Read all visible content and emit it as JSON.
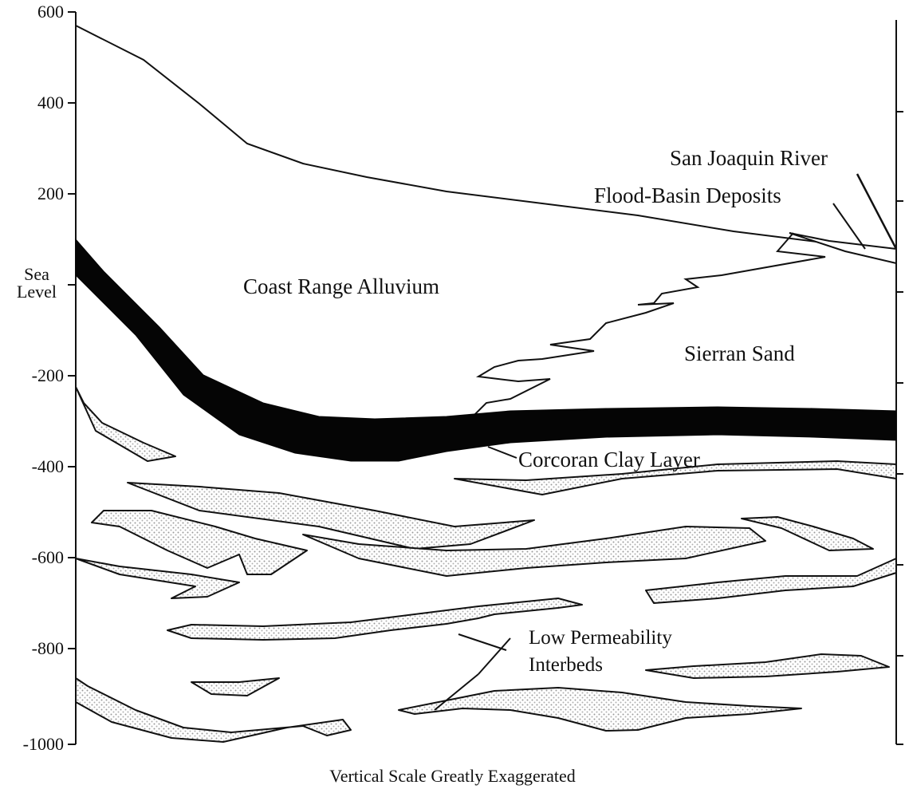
{
  "y_axis": {
    "ticks": [
      "600",
      "400",
      "200",
      "-200",
      "-400",
      "-600",
      "-800",
      "-1000"
    ],
    "sea_level": "Sea\nLevel"
  },
  "labels": {
    "san_joaquin_river": "San Joaquin River",
    "flood_basin": "Flood-Basin Deposits",
    "coast_range": "Coast Range Alluvium",
    "sierran_sand": "Sierran Sand",
    "corcoran": "Corcoran Clay Layer",
    "low_perm_1": "Low Permeability",
    "low_perm_2": "Interbeds"
  },
  "caption": "Vertical Scale Greatly Exaggerated",
  "colors": {
    "line": "#111111",
    "clay": "#050505",
    "interbed_fill": "#bfbfbf"
  }
}
